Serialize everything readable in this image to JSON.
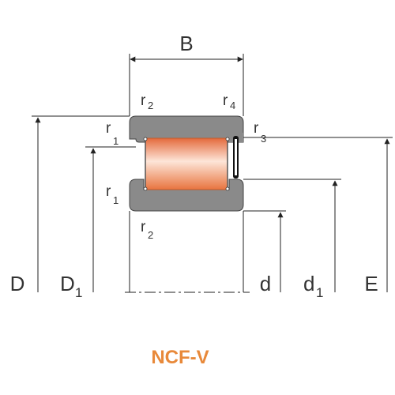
{
  "diagram": {
    "labels": {
      "B": "B",
      "r2_top": {
        "base": "r",
        "sub": "2"
      },
      "r4": {
        "base": "r",
        "sub": "4"
      },
      "r1_top": {
        "base": "r",
        "sub": "1"
      },
      "r3": {
        "base": "r",
        "sub": "3"
      },
      "r1_bottom": {
        "base": "r",
        "sub": "1"
      },
      "r2_bottom": {
        "base": "r",
        "sub": "2"
      },
      "D": "D",
      "D1": {
        "base": "D",
        "sub": "1"
      },
      "d": "d",
      "d1": {
        "base": "d",
        "sub": "1"
      },
      "E": "E"
    },
    "title": "NCF-V",
    "colors": {
      "ring": "#8a8a8a",
      "roller_light": "#fde5d8",
      "roller_mid": "#f4a27e",
      "roller_dark": "#e46a3c",
      "title": "#e8893a"
    }
  }
}
